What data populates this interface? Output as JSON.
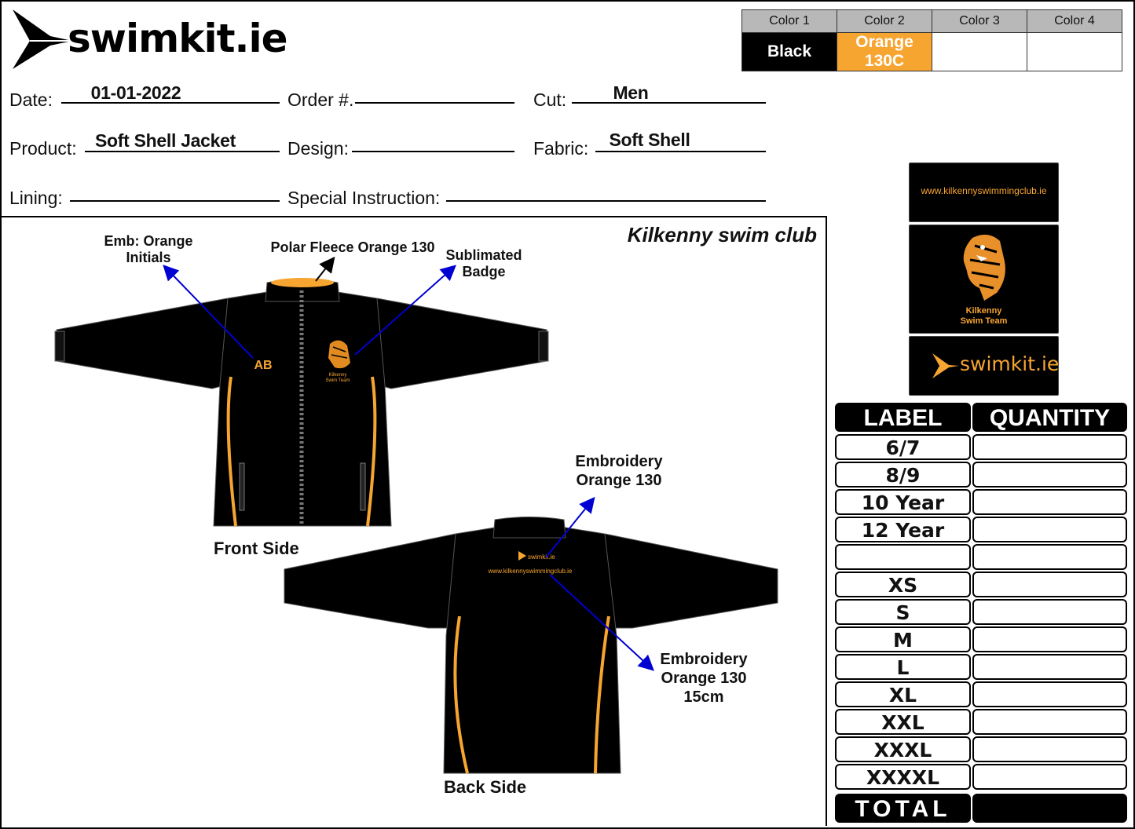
{
  "brand": {
    "logo_text": "swimkit.ie"
  },
  "colors_table": {
    "headers": [
      "Color 1",
      "Color 2",
      "Color 3",
      "Color 4"
    ],
    "values": [
      "Black",
      "Orange 130C",
      "",
      ""
    ],
    "swatches": [
      "#000000",
      "#f7a531",
      "#ffffff",
      "#ffffff"
    ]
  },
  "form": {
    "date_label": "Date:",
    "date_value": "01-01-2022",
    "order_label": "Order #.",
    "order_value": "",
    "cut_label": "Cut:",
    "cut_value": "Men",
    "product_label": "Product:",
    "product_value": "Soft Shell Jacket",
    "design_label": "Design:",
    "design_value": "",
    "fabric_label": "Fabric:",
    "fabric_value": "Soft Shell",
    "lining_label": "Lining:",
    "lining_value": "",
    "special_label": "Special Instruction:",
    "special_value": ""
  },
  "design": {
    "club_name": "Kilkenny swim club",
    "annotations": {
      "emb_initials": "Emb: Orange\nInitials",
      "polar_fleece": "Polar Fleece Orange 130",
      "sublimated": "Sublimated\nBadge",
      "embroidery_top": "Embroidery\nOrange 130",
      "embroidery_bottom": "Embroidery\nOrange 130\n15cm"
    },
    "initials": "AB",
    "badge_text_1": "Kilkenny",
    "badge_text_2": "Swim Team",
    "back_logo": "swimkit.ie",
    "back_url": "www.kilkennyswimmingclub.ie",
    "front_label": "Front Side",
    "back_label": "Back Side"
  },
  "previews": {
    "url_panel": "www.kilkennyswimmingclub.ie",
    "badge_line1": "Kilkenny",
    "badge_line2": "Swim Team",
    "logo_panel": "swimkit.ie"
  },
  "size_table": {
    "header_label": "LABEL",
    "header_quantity": "QUANTITY",
    "rows": [
      "6/7",
      "8/9",
      "10 Year",
      "12 Year",
      "",
      "XS",
      "S",
      "M",
      "L",
      "XL",
      "XXL",
      "XXXL",
      "XXXXL"
    ],
    "total_label": "TOTAL"
  },
  "accent_color": "#f7a531"
}
